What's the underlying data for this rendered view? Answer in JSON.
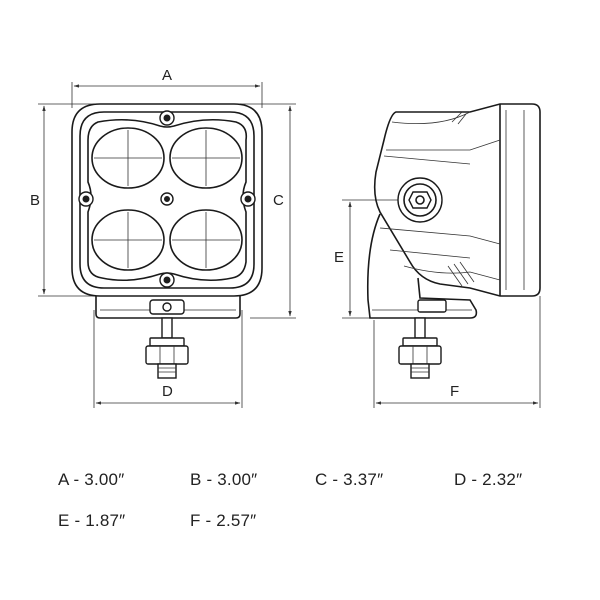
{
  "dimension_letters": {
    "a": "A",
    "b": "B",
    "c": "C",
    "d": "D",
    "e": "E",
    "f": "F"
  },
  "specs": [
    {
      "letter": "A",
      "text": "A - 3.00″"
    },
    {
      "letter": "B",
      "text": "B - 3.00″"
    },
    {
      "letter": "C",
      "text": "C - 3.37″"
    },
    {
      "letter": "D",
      "text": "D - 2.32″"
    },
    {
      "letter": "E",
      "text": "E - 1.87″"
    },
    {
      "letter": "F",
      "text": "F - 2.57″"
    }
  ]
}
